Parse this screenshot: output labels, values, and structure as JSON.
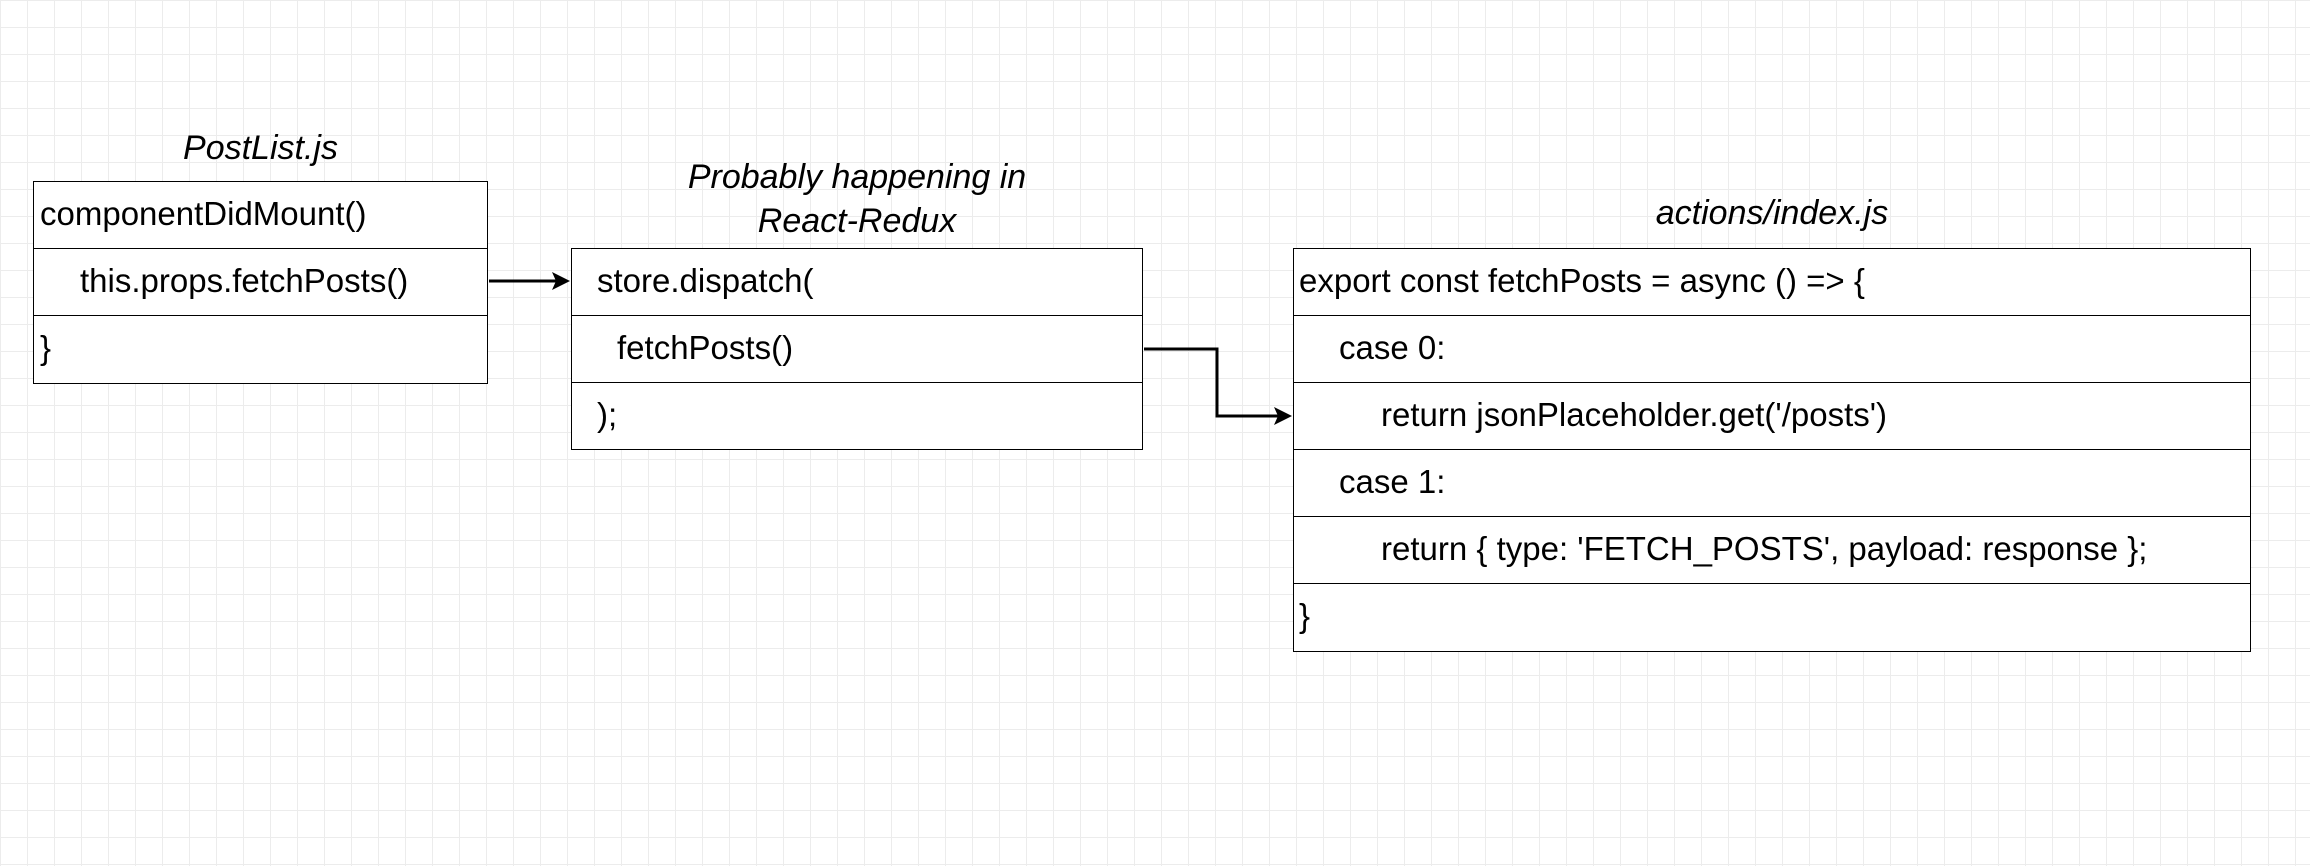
{
  "postlist": {
    "title": "PostList.js",
    "rows": [
      "componentDidMount()",
      "this.props.fetchPosts()",
      "}"
    ]
  },
  "redux": {
    "title_line1": "Probably happening in",
    "title_line2": "React-Redux",
    "rows": [
      "store.dispatch(",
      "fetchPosts()",
      ");"
    ]
  },
  "actions": {
    "title": "actions/index.js",
    "rows": [
      "export const fetchPosts = async () => {",
      "case 0:",
      "return jsonPlaceholder.get('/posts')",
      "case 1:",
      "return { type: 'FETCH_POSTS', payload: response };",
      "}"
    ]
  }
}
